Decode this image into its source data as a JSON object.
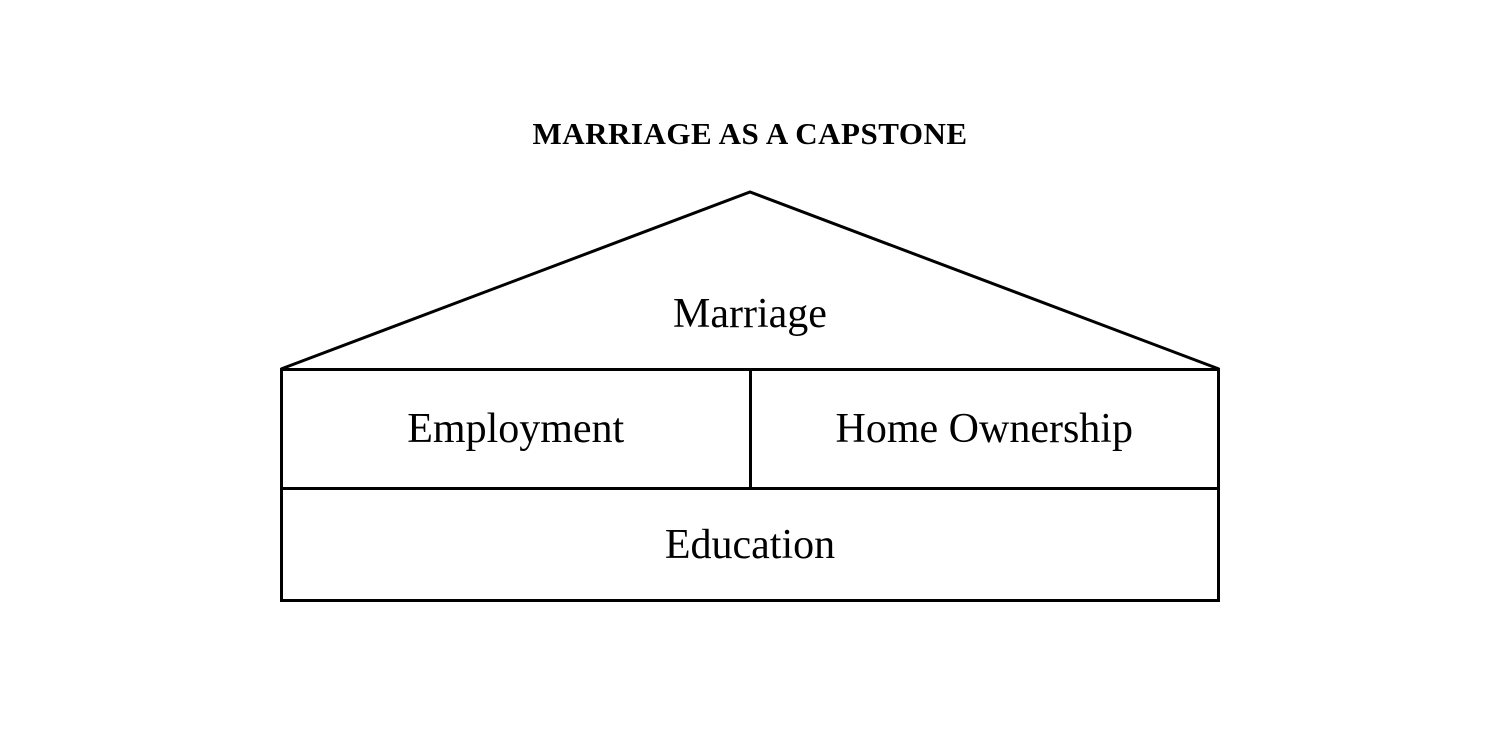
{
  "diagram": {
    "title": "MARRIAGE AS A CAPSTONE",
    "roof": {
      "label": "Marriage"
    },
    "middle_row": {
      "left_label": "Employment",
      "right_label": "Home Ownership"
    },
    "base_row": {
      "label": "Education"
    },
    "colors": {
      "stroke": "#000000",
      "background": "#ffffff"
    }
  }
}
